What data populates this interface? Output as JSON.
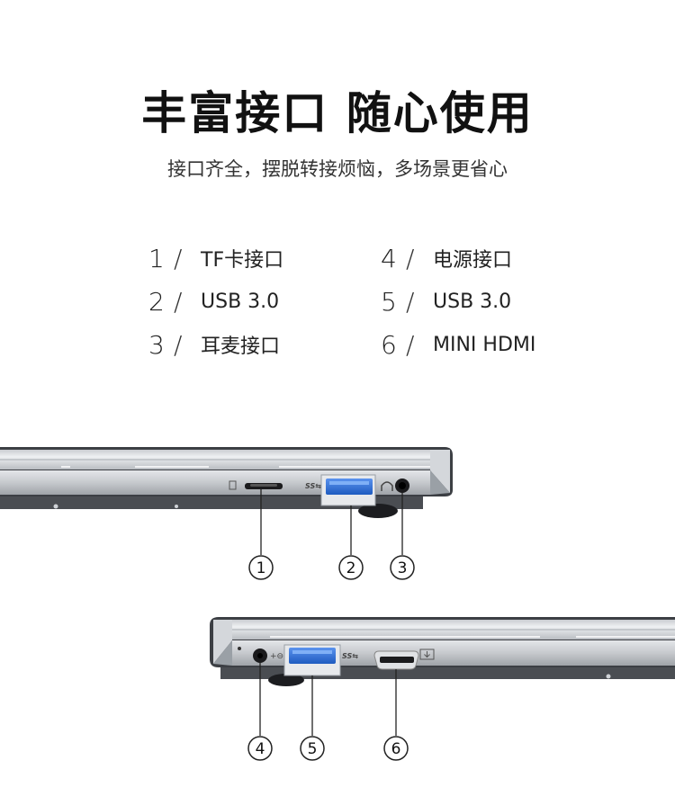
{
  "header": {
    "title": "丰富接口 随心使用",
    "subtitle": "接口齐全，摆脱转接烦恼，多场景更省心"
  },
  "ports": [
    {
      "number": "1",
      "label": "TF卡接口"
    },
    {
      "number": "2",
      "label": "USB 3.0"
    },
    {
      "number": "3",
      "label": "耳麦接口"
    },
    {
      "number": "4",
      "label": "电源接口"
    },
    {
      "number": "5",
      "label": "USB 3.0"
    },
    {
      "number": "6",
      "label": "MINI HDMI"
    }
  ],
  "callouts": {
    "c1": "1",
    "c2": "2",
    "c3": "3",
    "c4": "4",
    "c5": "5",
    "c6": "6"
  },
  "port_icons": {
    "ss_usb_label": "SS",
    "usb_port_color": "#2f6fd6"
  }
}
